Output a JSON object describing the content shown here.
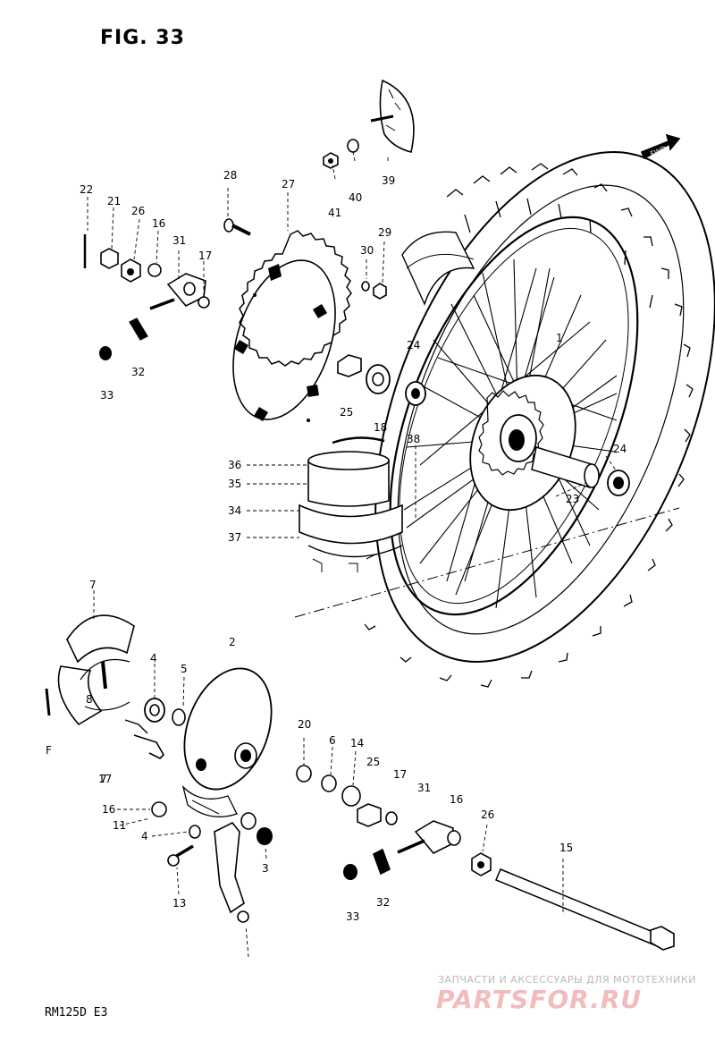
{
  "figure": {
    "title": "FIG. 33",
    "model_code": "RM125D E3",
    "fwd_label": "FWD"
  },
  "watermark": {
    "caption": "ЗАПЧАСТИ И АКСЕССУАРЫ ДЛЯ МОТОТЕХНИКИ",
    "brand": "PARTSFOR.RU"
  },
  "callouts": [
    "1",
    "2",
    "3",
    "4",
    "4",
    "5",
    "6",
    "7",
    "7",
    "8",
    "11",
    "13",
    "14",
    "15",
    "16",
    "16",
    "16",
    "17",
    "17",
    "17",
    "18",
    "20",
    "21",
    "22",
    "23",
    "24",
    "24",
    "25",
    "25",
    "26",
    "26",
    "27",
    "28",
    "29",
    "30",
    "31",
    "31",
    "32",
    "32",
    "33",
    "33",
    "34",
    "35",
    "36",
    "37",
    "38",
    "39",
    "40",
    "41",
    "F"
  ]
}
